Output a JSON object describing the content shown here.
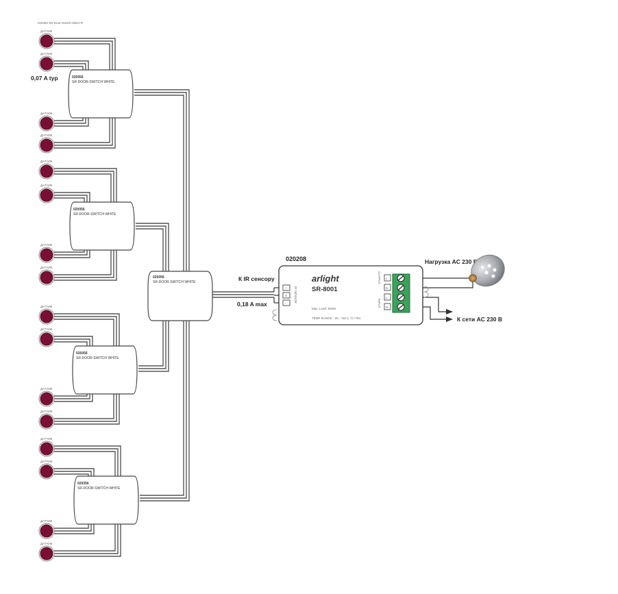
{
  "diagram": {
    "title_label": "018392 SR-Door-Switch-Silver-R",
    "current_typ_label": "0,07 A typ",
    "sensor_label": "ДАТЧИК",
    "sensor_color": "#7a0f35",
    "wire_color": "#555555",
    "hub_modules": [
      {
        "id": "020056",
        "name": "SR-DOOR-SWITCH WHITE"
      },
      {
        "id": "020056",
        "name": "SR-DOOR-SWITCH WHITE"
      },
      {
        "id": "020056",
        "name": "SR-DOOR-SWITCH WHITE"
      },
      {
        "id": "020056",
        "name": "SR-DOOR-SWITCH WHITE"
      }
    ],
    "main_hub": {
      "id": "020056",
      "name": "SR-DOOR-SWITCH WHITE"
    },
    "ir_sensor_label": "К IR сенсору",
    "max_current_label": "0,18 A max",
    "controller": {
      "article": "020208",
      "brand": "arlight",
      "model": "SR-8001",
      "max_load": "Max. Load: 500W",
      "temp_range": "TEMP RANGE: -20...+50 C °C~75C",
      "sensor_input_label": "IR SENSOR",
      "sensor_pins": [
        "+",
        "S",
        "-"
      ],
      "output_label": "OUTPUT",
      "input_label": "INPUT",
      "output_pins": [
        "L",
        "N"
      ],
      "input_pins": [
        "L",
        "N"
      ],
      "terminal_color": "#3aa35a"
    },
    "load_label": "Нагрузка AC 230 В",
    "mains_label": "К сети AC 230 В"
  }
}
